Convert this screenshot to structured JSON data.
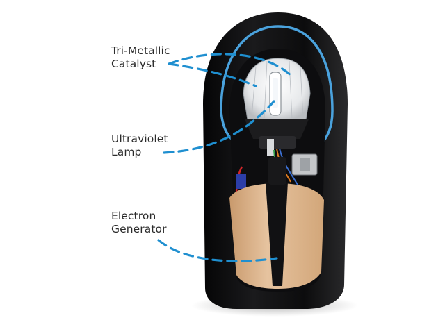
{
  "labels": {
    "catalyst": {
      "line1": "Tri-Metallic",
      "line2": "Catalyst"
    },
    "uv_lamp": {
      "line1": "Ultraviolet",
      "line2": "Lamp"
    },
    "electron_generator": {
      "line1": "Electron",
      "line2": "Generator"
    }
  },
  "colors": {
    "background": "#ffffff",
    "housing": "#0b0b0c",
    "accent_ring": "#4aa2dd",
    "dashed_leader": "#1f8fd0",
    "reflector": "#eef0f2",
    "filter_tan": "#d9b188",
    "text": "#2b2b2b"
  }
}
